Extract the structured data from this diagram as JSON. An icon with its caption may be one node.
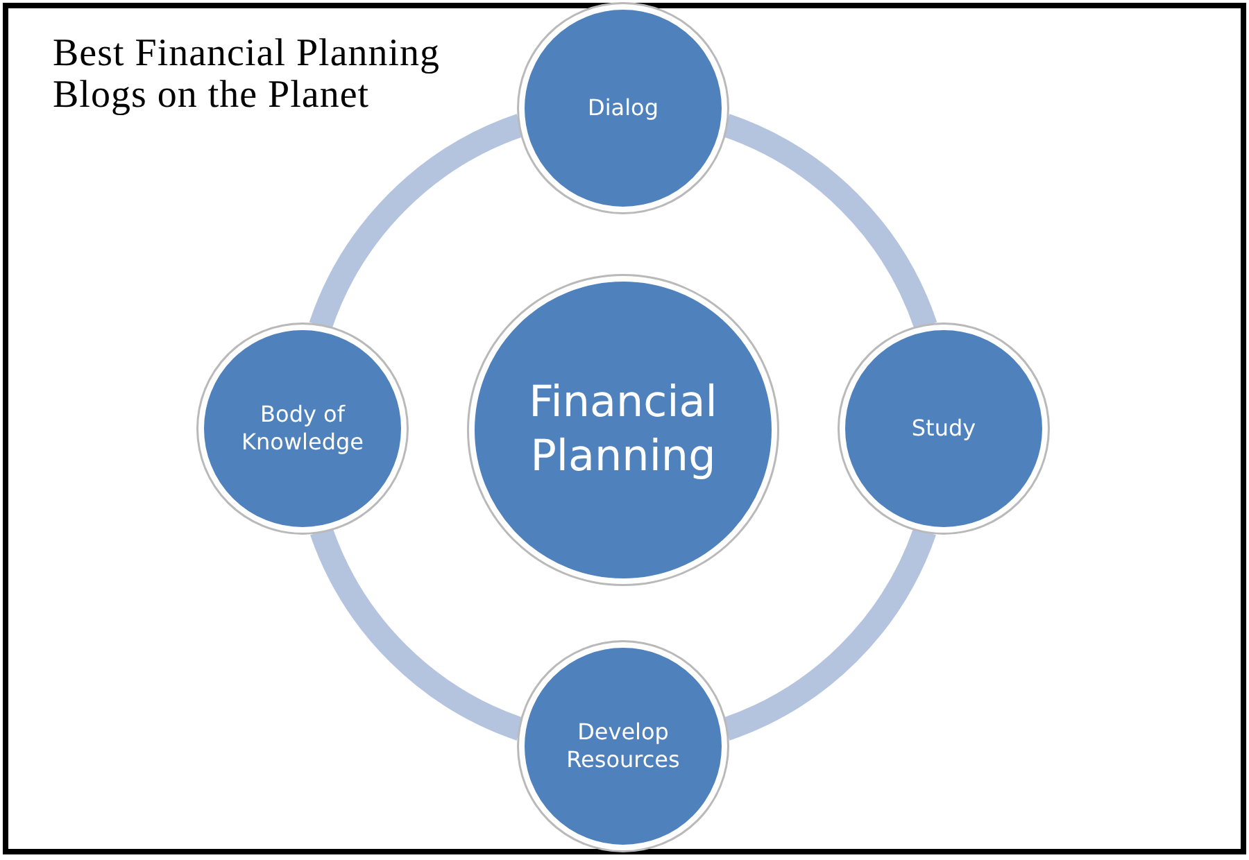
{
  "diagram": {
    "title": "Best Financial Planning Blogs on the Planet",
    "nodes": [
      {
        "text": [
          "Financial Planning"
        ]
      },
      {
        "text": [
          "Dialog"
        ]
      },
      {
        "text": [
          "Study"
        ]
      },
      {
        "text": [
          "Develop Resources"
        ]
      },
      {
        "text": [
          "Body of Knowledge"
        ]
      }
    ],
    "edges": [
      {
        "from": 1,
        "to": 2,
        "arrow": "none"
      },
      {
        "from": 2,
        "to": 3,
        "arrow": "none"
      },
      {
        "from": 3,
        "to": 4,
        "arrow": "none"
      },
      {
        "from": 4,
        "to": 1,
        "arrow": "none"
      }
    ]
  }
}
